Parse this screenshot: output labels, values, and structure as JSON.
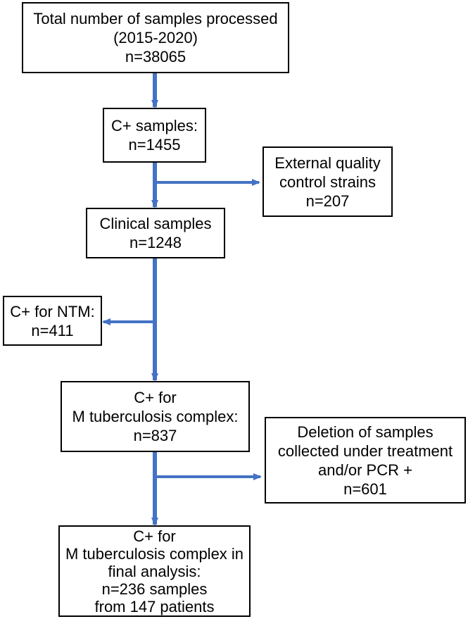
{
  "diagram": {
    "arrow_color": "#4472C4",
    "boxes": {
      "total": {
        "lines": [
          "Total number of samples processed",
          "(2015-2020)",
          "n=38065"
        ]
      },
      "c_plus": {
        "lines": [
          "C+ samples:",
          "n=1455"
        ]
      },
      "external": {
        "lines": [
          "External quality",
          "control strains",
          "n=207"
        ]
      },
      "clinical": {
        "lines": [
          "Clinical samples",
          "n=1248"
        ]
      },
      "ntm": {
        "lines": [
          "C+ for NTM:",
          "n=411"
        ]
      },
      "mtb": {
        "lines": [
          "C+ for",
          "M tuberculosis complex:",
          "n=837"
        ]
      },
      "deletion": {
        "lines": [
          "Deletion of samples",
          "collected under treatment",
          "and/or PCR +",
          "n=601"
        ]
      },
      "final": {
        "lines": [
          "C+ for",
          "M tuberculosis complex in",
          "final analysis:",
          "n=236 samples",
          "from 147 patients"
        ]
      }
    }
  }
}
